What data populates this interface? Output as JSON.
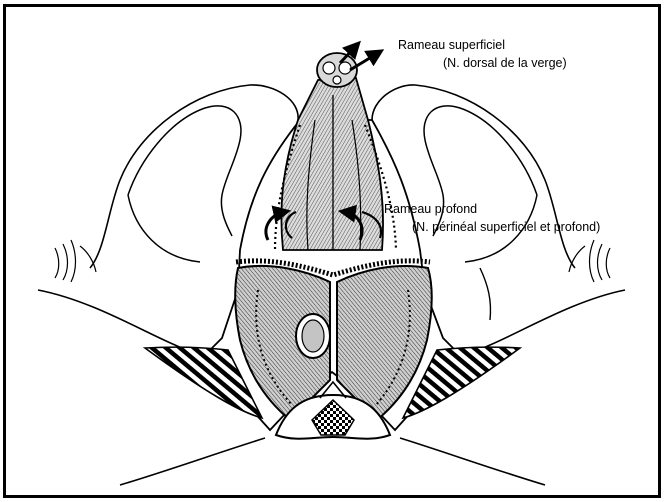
{
  "labels": {
    "superficial_branch": "Rameau superficiel",
    "superficial_branch_detail": "(N. dorsal de la verge)",
    "deep_branch": "Rameau profond",
    "deep_branch_detail": "(N. périnéal superficiel et profond)"
  },
  "colors": {
    "ink": "#000000",
    "paper": "#ffffff",
    "shade": "#bdbdbd",
    "dark_shade": "#8a8a8a"
  }
}
